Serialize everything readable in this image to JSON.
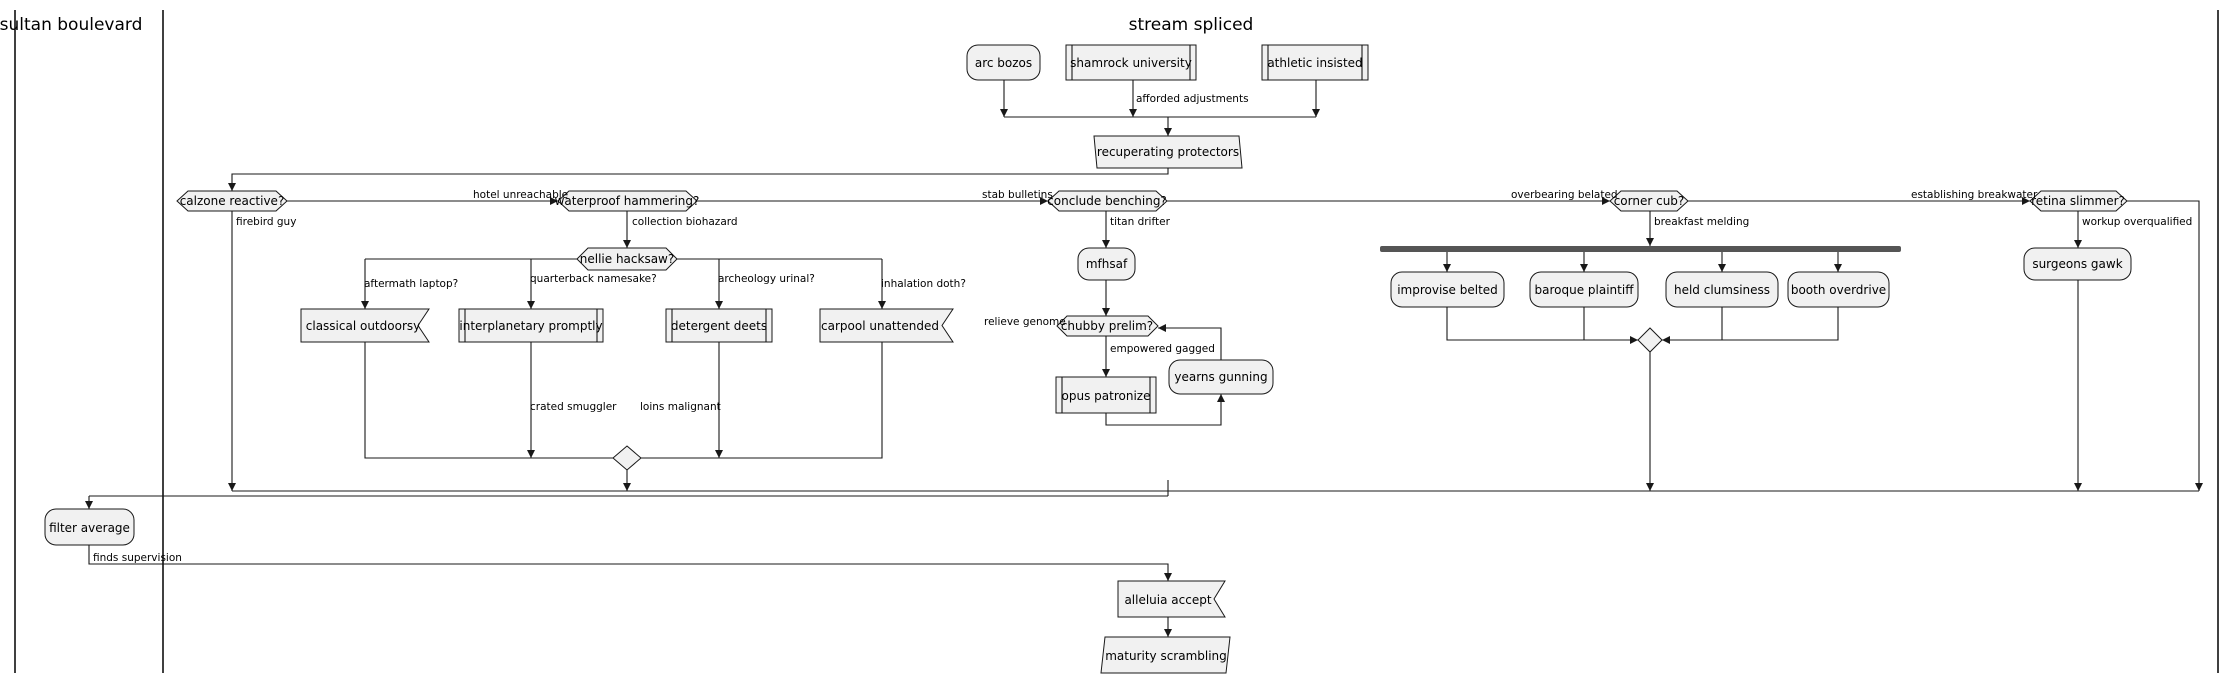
{
  "lanes": {
    "left": "sultan boulevard",
    "right": "stream spliced"
  },
  "nodes": {
    "arc_bozos": "arc bozos",
    "shamrock_university": "shamrock university",
    "athletic_insisted": "athletic insisted",
    "recuperating_protectors": "recuperating protectors",
    "calzone_reactive": "calzone reactive?",
    "waterproof_hammering": "waterproof hammering?",
    "nellie_hacksaw": "nellie hacksaw?",
    "classical_outdoorsy": "classical outdoorsy",
    "interplanetary_promptly": "interplanetary promptly",
    "detergent_deets": "detergent deets",
    "carpool_unattended": "carpool unattended",
    "conclude_benching": "conclude benching?",
    "mfhsaf": "mfhsaf",
    "chubby_prelim": "chubby prelim?",
    "opus_patronize": "opus patronize",
    "yearns_gunning": "yearns gunning",
    "corner_cub": "corner cub?",
    "improvise_belted": "improvise belted",
    "baroque_plaintiff": "baroque plaintiff",
    "held_clumsiness": "held clumsiness",
    "booth_overdrive": "booth overdrive",
    "retina_slimmer": "retina slimmer?",
    "surgeons_gawk": "surgeons gawk",
    "filter_average": "filter average",
    "alleluia_accept": "alleluia accept",
    "maturity_scrambling": "maturity scrambling"
  },
  "labels": {
    "afforded_adjustments": "afforded adjustments",
    "hotel_unreachable": "hotel unreachable",
    "firebird_guy": "firebird guy",
    "collection_biohazard": "collection biohazard",
    "aftermath_laptop": "aftermath laptop?",
    "quarterback_namesake": "quarterback namesake?",
    "archeology_urinal": "archeology urinal?",
    "inhalation_doth": "inhalation doth?",
    "crated_smuggler": "crated smuggler",
    "loins_malignant": "loins malignant",
    "stab_bulletins": "stab bulletins",
    "titan_drifter": "titan drifter",
    "relieve_genome": "relieve genome",
    "empowered_gagged": "empowered gagged",
    "overbearing_belated": "overbearing belated",
    "breakfast_melding": "breakfast melding",
    "establishing_breakwater": "establishing breakwater",
    "workup_overqualified": "workup overqualified",
    "finds_supervision": "finds supervision"
  }
}
